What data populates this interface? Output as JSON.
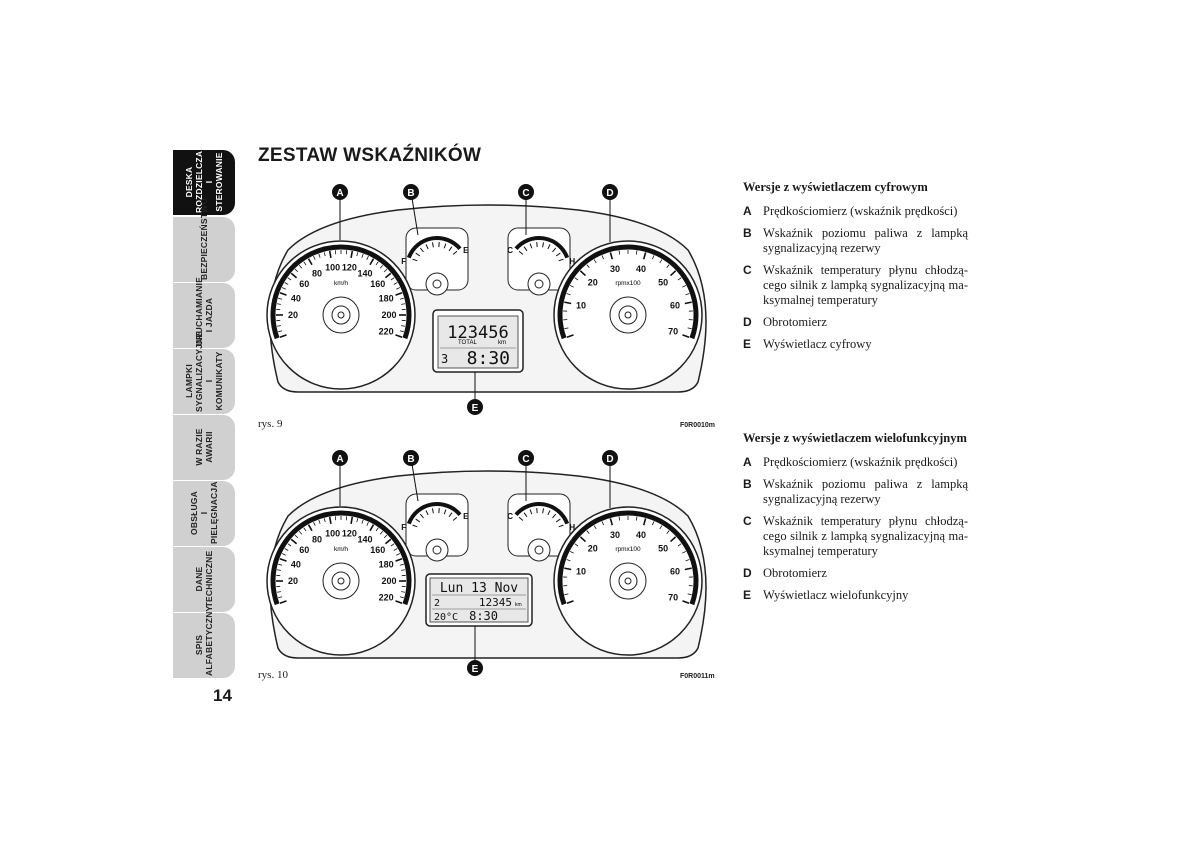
{
  "side_tabs": [
    {
      "label": "DESKA\nROZDZIELCZA\nI STEROWANIE",
      "active": true
    },
    {
      "label": "BEZPIECZEŃSTWO",
      "active": false
    },
    {
      "label": "URUCHAMIANIE\nI JAZDA",
      "active": false
    },
    {
      "label": "LAMPKI\nSYGNALIZACYJNE\nI KOMUNIKATY",
      "active": false
    },
    {
      "label": "W RAZIE\nAWARII",
      "active": false
    },
    {
      "label": "OBSŁUGA\nI PIELĘGNACJA",
      "active": false
    },
    {
      "label": "DANE\nTECHNICZNE",
      "active": false
    },
    {
      "label": "SPIS\nALFABETYCZNY",
      "active": false
    }
  ],
  "page_number": "14",
  "heading": "ZESTAW WSKAŹNIKÓW",
  "figures": [
    {
      "caption": "rys. 9",
      "code": "F0R0010m",
      "callouts": [
        "A",
        "B",
        "C",
        "D",
        "E"
      ],
      "speed_unit": "km/h",
      "rpm_unit": "rpmx100",
      "speed_labels": [
        "20",
        "40",
        "60",
        "80",
        "100",
        "120",
        "140",
        "160",
        "180",
        "200",
        "220"
      ],
      "rpm_labels": [
        "10",
        "20",
        "30",
        "40",
        "50",
        "60",
        "70"
      ],
      "fuel_labels": [
        "F",
        "E"
      ],
      "temp_labels": [
        "C",
        "H"
      ],
      "display": {
        "odometer": "123456",
        "odometer_label": "TOTAL",
        "odometer_unit": "km",
        "gear_indicator": "3",
        "clock": "8:30"
      }
    },
    {
      "caption": "rys. 10",
      "code": "F0R0011m",
      "callouts": [
        "A",
        "B",
        "C",
        "D",
        "E"
      ],
      "speed_unit": "km/h",
      "rpm_unit": "rpmx100",
      "speed_labels": [
        "20",
        "40",
        "60",
        "80",
        "100",
        "120",
        "140",
        "160",
        "180",
        "200",
        "220"
      ],
      "rpm_labels": [
        "10",
        "20",
        "30",
        "40",
        "50",
        "60",
        "70"
      ],
      "fuel_labels": [
        "F",
        "E"
      ],
      "temp_labels": [
        "C",
        "H"
      ],
      "display": {
        "date": "Lun 13 Nov",
        "gear_indicator": "2",
        "odometer": "12345",
        "odometer_unit": "km",
        "temperature": "20°C",
        "clock": "8:30"
      }
    }
  ],
  "legends": [
    {
      "title": "Wersje z wyświetlaczem cyfrowym",
      "items": [
        {
          "key": "A",
          "text": "Prędkościomierz (wskaźnik prędkości)"
        },
        {
          "key": "B",
          "text": "Wskaźnik poziomu paliwa z lampką sygnalizacyjną rezerwy"
        },
        {
          "key": "C",
          "text": "Wskaźnik temperatury płynu chłodzą-cego silnik z lampką sygnalizacyjną ma-ksymalnej temperatury"
        },
        {
          "key": "D",
          "text": "Obrotomierz"
        },
        {
          "key": "E",
          "text": "Wyświetlacz cyfrowy"
        }
      ]
    },
    {
      "title": "Wersje z wyświetlaczem wielofunkcyjnym",
      "items": [
        {
          "key": "A",
          "text": "Prędkościomierz (wskaźnik prędkości)"
        },
        {
          "key": "B",
          "text": "Wskaźnik poziomu paliwa z lampką sygnalizacyjną rezerwy"
        },
        {
          "key": "C",
          "text": "Wskaźnik temperatury płynu chłodzą-cego silnik z lampką sygnalizacyjną ma-ksymalnej temperatury"
        },
        {
          "key": "D",
          "text": "Obrotomierz"
        },
        {
          "key": "E",
          "text": "Wyświetlacz wielofunkcyjny"
        }
      ]
    }
  ]
}
